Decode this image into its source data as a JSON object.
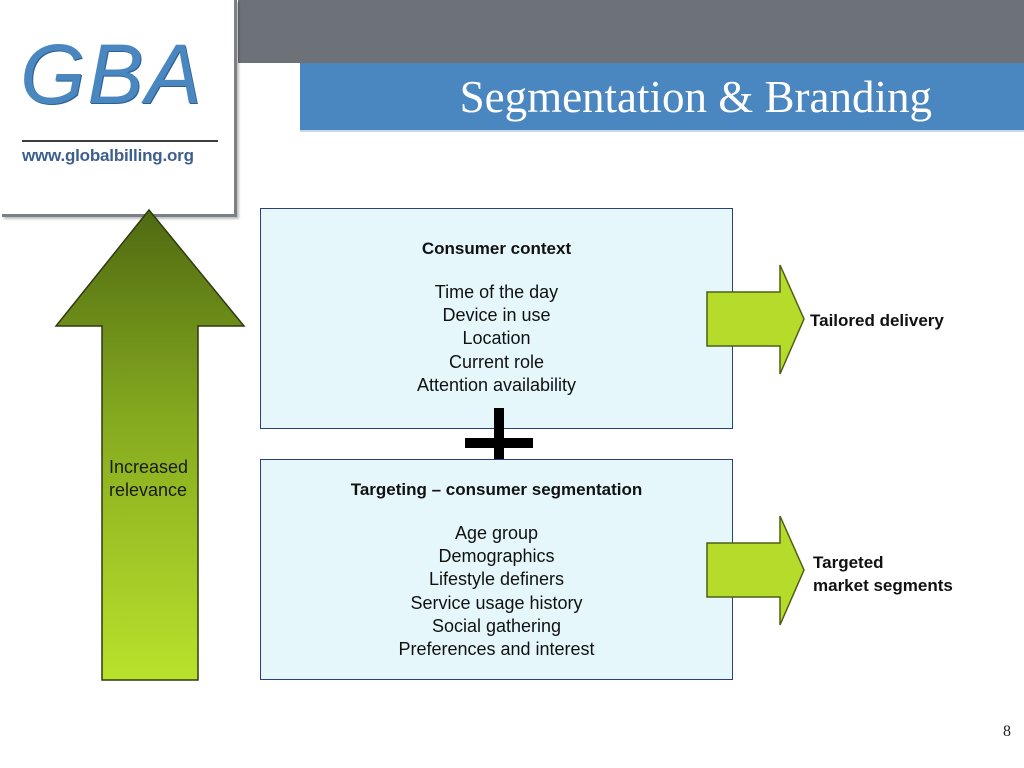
{
  "slide": {
    "title": "Segmentation & Branding",
    "page_number": "8"
  },
  "logo": {
    "text": "GBA",
    "url": "www.globalbilling.org"
  },
  "relevance_arrow": {
    "label_line1": "Increased",
    "label_line2": "relevance"
  },
  "consumer_context": {
    "heading": "Consumer context",
    "items": [
      "Time of the day",
      "Device in use",
      "Location",
      "Current role",
      "Attention availability"
    ],
    "output_label": "Tailored delivery"
  },
  "targeting": {
    "heading": "Targeting – consumer segmentation",
    "items": [
      "Age group",
      "Demographics",
      "Lifestyle definers",
      "Service usage history",
      "Social gathering",
      "Preferences and interest"
    ],
    "output_label_line1": "Targeted",
    "output_label_line2": "market segments"
  },
  "colors": {
    "title_bar": "#4a86c0",
    "top_band": "#6d7178",
    "box_fill": "#e6f7fc",
    "arrow_green_dark": "#4f6a12",
    "arrow_green_light": "#b9e22c"
  }
}
